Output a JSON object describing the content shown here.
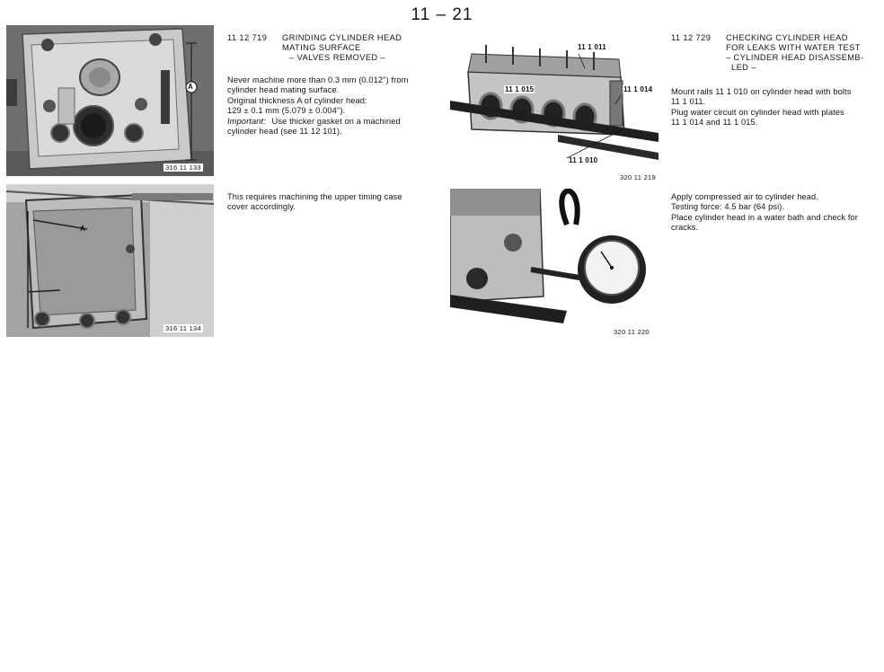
{
  "page_number": "11 – 21",
  "photos": {
    "p1": {
      "code": "316  11  133",
      "label_a": "A"
    },
    "p2": {
      "code": "316  11  134",
      "label_a": "A"
    },
    "p3": {
      "code": "320 11 219",
      "labels": [
        "11 1 011",
        "11 1 015",
        "11 1 014",
        "11 1 010"
      ]
    },
    "p4": {
      "code": "320 11 220"
    }
  },
  "section_1": {
    "number": "11 12 719",
    "title_lines": [
      "GRINDING CYLINDER HEAD",
      "MATING SURFACE",
      "– VALVES REMOVED –"
    ],
    "body_lines": [
      "Never machine more than 0.3 mm (0.012\") from",
      "cylinder head mating surface.",
      "Original thickness A of cylinder head:",
      "129 ± 0.1 mm (5.079 ± 0.004\")."
    ],
    "important_label": "Important:",
    "important_text": "Use thicker gasket on a machined",
    "important_text_2": "cylinder head (see 11 12 101)."
  },
  "section_1b": {
    "body_lines": [
      "This requires machining the upper timing case",
      "cover accordingly."
    ]
  },
  "section_2": {
    "number": "11 12 729",
    "title_lines": [
      "CHECKING CYLINDER HEAD",
      "FOR LEAKS WITH WATER TEST",
      "– CYLINDER HEAD DISASSEMB-",
      "LED –"
    ],
    "body_lines": [
      "Mount rails 11 1 010 on cylinder head with bolts",
      "11 1 011.",
      "Plug water circuit on cylinder head with plates",
      "11 1 014 and 11 1 015."
    ]
  },
  "section_2b": {
    "body_lines": [
      "Apply compressed air to cylinder head.",
      "Testing force: 4.5 bar (64 psi).",
      "Place cylinder head in a water bath and check for",
      "cracks."
    ]
  }
}
